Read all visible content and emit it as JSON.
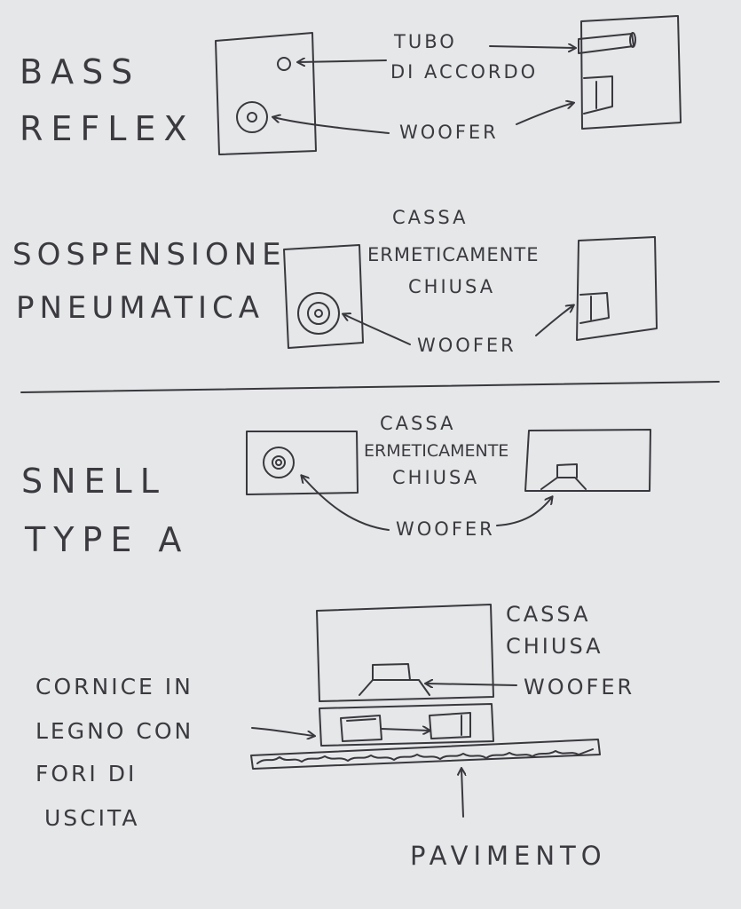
{
  "colors": {
    "paper": "#e6e7e9",
    "ink": "#38383d"
  },
  "sections": {
    "bass_reflex": {
      "title_line1": "BASS",
      "title_line2": "REFLEX",
      "port_line1": "TUBO",
      "port_line2": "DI ACCORDO",
      "woofer": "WOOFER"
    },
    "sospensione": {
      "title_line1": "SOSPENSIONE",
      "title_line2": "PNEUMATICA",
      "box_line1": "CASSA",
      "box_line2": "ERMETICAMENTE",
      "box_line3": "CHIUSA",
      "woofer": "WOOFER"
    },
    "snell": {
      "title_line1": "SNELL",
      "title_line2": "TYPE A",
      "box_line1": "CASSA",
      "box_line2": "ERMETICAMENTE",
      "box_line3": "CHIUSA",
      "woofer": "WOOFER"
    },
    "detail": {
      "box_line1": "CASSA",
      "box_line2": "CHIUSA",
      "woofer": "WOOFER",
      "frame_line1": "CORNICE IN",
      "frame_line2": "LEGNO CON",
      "frame_line3": "FORI DI",
      "frame_line4": "USCITA",
      "floor": "PAVIMENTO"
    }
  }
}
